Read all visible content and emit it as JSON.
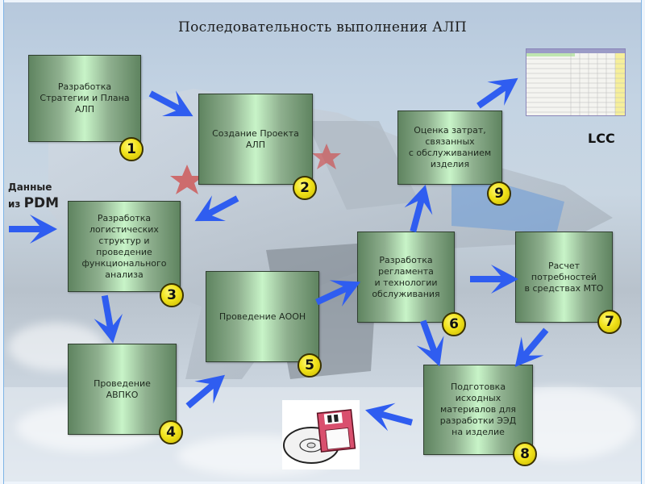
{
  "title": "Последовательность выполнения АЛП",
  "input_label": {
    "line1": "Данные",
    "prefix": "из",
    "source": "PDM"
  },
  "steps": [
    {
      "number": "1",
      "text": "Разработка\nСтратегии и Плана\nАЛП"
    },
    {
      "number": "2",
      "text": "Создание Проекта\nАЛП"
    },
    {
      "number": "3",
      "text": "Разработка\nлогистических\nструктур и\nпроведение\nфункционального\nанализа"
    },
    {
      "number": "4",
      "text": "Проведение\nАВПКО"
    },
    {
      "number": "5",
      "text": "Проведение АООН"
    },
    {
      "number": "6",
      "text": "Разработка\nрегламента\nи технологии\nобслуживания"
    },
    {
      "number": "7",
      "text": "Расчет\nпотребностей\nв средствах МТО"
    },
    {
      "number": "8",
      "text": "Подготовка\nисходных\nматериалов для\nразработки ЭЭД\nна изделие"
    },
    {
      "number": "9",
      "text": "Оценка затрат,\nсвязанных\nс обслуживанием\nизделия"
    }
  ],
  "outputs": {
    "lcc_label": "LCC",
    "lcc_icon": "spreadsheet-icon",
    "media_icon": "disk-floppy-icon"
  },
  "colors": {
    "arrow": "#2f5df0",
    "badge": "#f1e21a",
    "box_light": "#c8f4c8",
    "box_dark": "#5f8460"
  }
}
